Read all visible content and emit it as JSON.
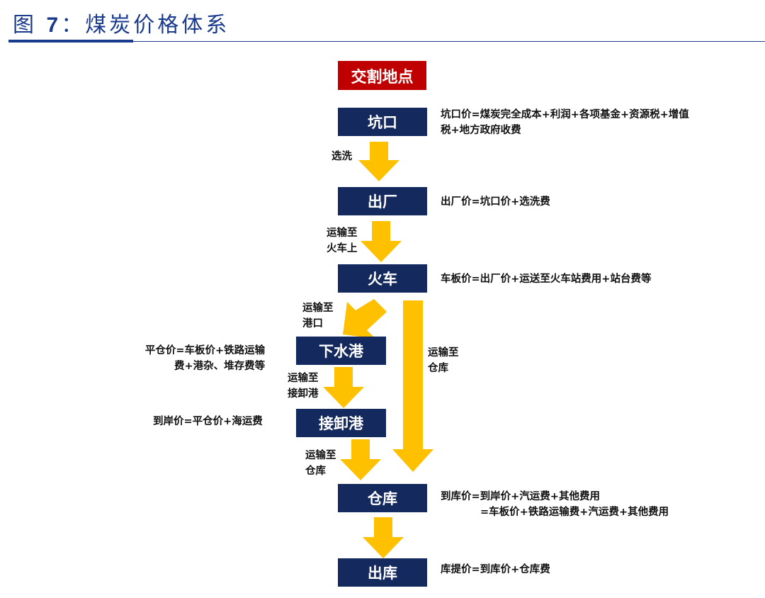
{
  "figure": {
    "title_prefix": "图 ",
    "title_num": "7",
    "title_rest": "：煤炭价格体系"
  },
  "colors": {
    "navy": "#14295e",
    "red": "#c00000",
    "arrow": "#ffc000",
    "title": "#1a3a8c"
  },
  "nodes": {
    "delivery": "交割地点",
    "pithead": "坑口",
    "factory": "出厂",
    "train": "火车",
    "load_port": "下水港",
    "unload_port": "接卸港",
    "warehouse": "仓库",
    "out_warehouse": "出库"
  },
  "steps": {
    "wash": "选洗",
    "to_train_1": "运输至",
    "to_train_2": "火车上",
    "to_port_1": "运输至",
    "to_port_2": "港口",
    "to_unload_1": "运输至",
    "to_unload_2": "接卸港",
    "to_wh_1": "运输至",
    "to_wh_2": "仓库",
    "direct_1": "运输至",
    "direct_2": "仓库"
  },
  "formulas": {
    "pithead_1": "坑口价=煤炭完全成本+利润+各项基金+资源税+增值",
    "pithead_2": "税+地方政府收费",
    "factory": "出厂价=坑口价+选洗费",
    "train": "车板价=出厂价+运送至火车站费用+站台费等",
    "fob_1": "平仓价=车板价+铁路运输",
    "fob_2": "费+港杂、堆存费等",
    "arrive": "到岸价=平仓价+海运费",
    "warehouse_1": "到库价=到岸价+汽运费+其他费用",
    "warehouse_2": "=车板价+铁路运输费+汽运费+其他费用",
    "out": "库提价=到库价+仓库费"
  }
}
